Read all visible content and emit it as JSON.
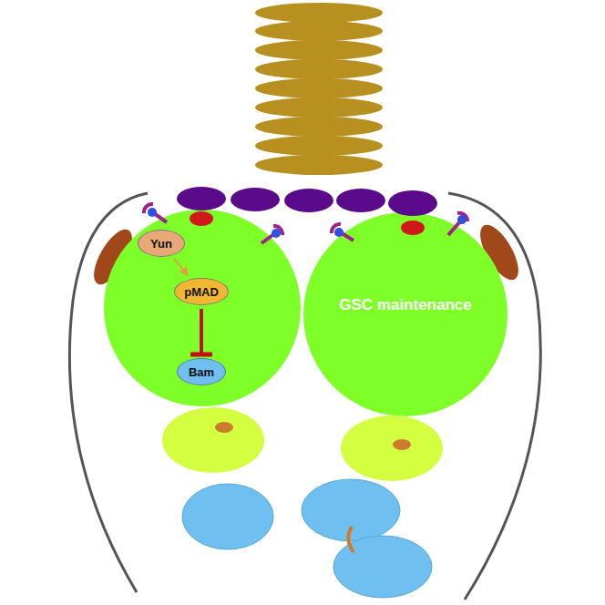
{
  "diagram": {
    "nodes": [
      {
        "text": [
          "Yun"
        ]
      },
      {
        "text": [
          "pMAD"
        ]
      },
      {
        "text": [
          "Bam"
        ]
      },
      {
        "text": [
          "GSC maintenance"
        ]
      }
    ],
    "edges": [
      {
        "from": 0,
        "to": 1,
        "arrow": "to"
      },
      {
        "from": 1,
        "to": 2,
        "arrow": "to"
      }
    ]
  }
}
